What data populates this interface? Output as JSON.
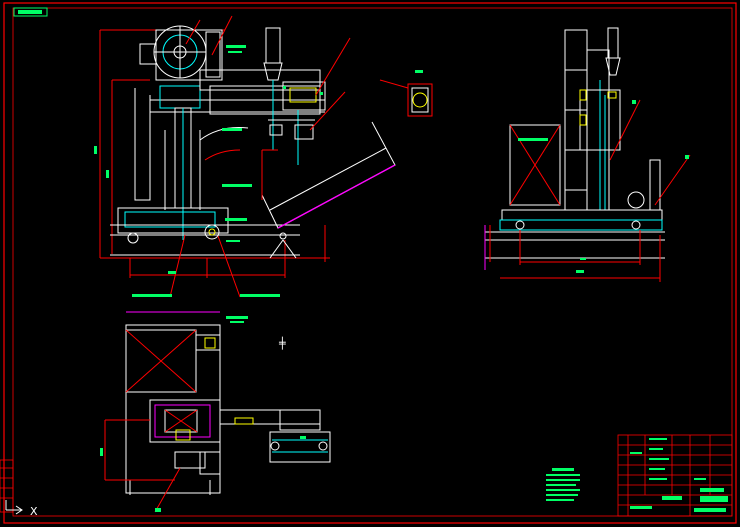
{
  "drawing": {
    "background_color": "#000000",
    "border_color": "#ff0000",
    "colors": {
      "outline": "#ffffff",
      "dimension": "#ff0000",
      "annotation": "#00ff66",
      "cyan": "#00ffff",
      "magenta": "#ff00ff",
      "yellow": "#ffff00"
    },
    "views": [
      {
        "name": "front-elevation"
      },
      {
        "name": "side-elevation"
      },
      {
        "name": "plan-view"
      },
      {
        "name": "section-detail"
      }
    ],
    "ucs_axis_label": "X",
    "cursor_glyph": "╪"
  },
  "title_block": {
    "rows": 8,
    "columns": 6
  }
}
